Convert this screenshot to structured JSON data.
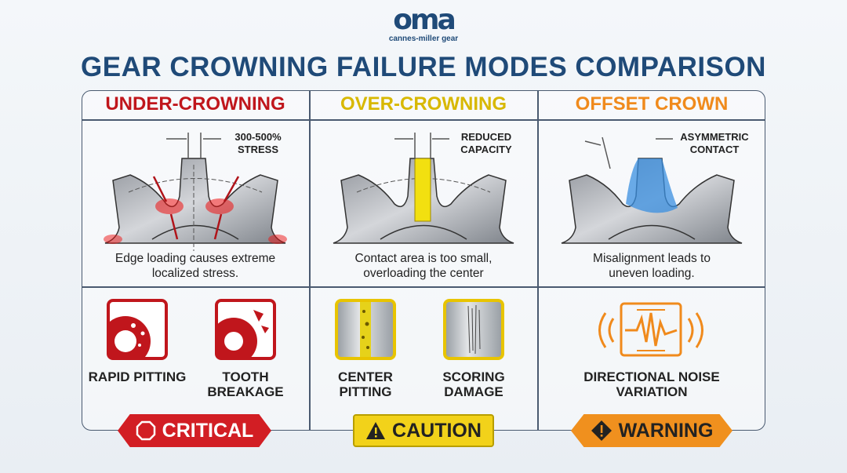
{
  "logo": {
    "mark": "oma",
    "tagline": "cannes-miller gear"
  },
  "title": "GEAR CROWNING FAILURE MODES COMPARISON",
  "columns": [
    {
      "heading": "UNDER-CROWNING",
      "color": "#c0161c",
      "note": "300-500%\nSTRESS",
      "description": "Edge loading causes extreme localized stress.",
      "icons": [
        {
          "name": "rapid-pitting-icon",
          "label": "RAPID PITTING"
        },
        {
          "name": "tooth-breakage-icon",
          "label": "TOOTH BREAKAGE"
        }
      ],
      "badge": {
        "label": "CRITICAL",
        "icon": "octagon-icon",
        "color": "#d21e24"
      }
    },
    {
      "heading": "OVER-CROWNING",
      "color": "#d8b800",
      "note": "REDUCED\nCAPACITY",
      "description": "Contact area is too small, overloading the center",
      "icons": [
        {
          "name": "center-pitting-icon",
          "label": "CENTER PITTING"
        },
        {
          "name": "scoring-damage-icon",
          "label": "SCORING DAMAGE"
        }
      ],
      "badge": {
        "label": "CAUTION",
        "icon": "warning-triangle-icon",
        "color": "#f2d21a"
      }
    },
    {
      "heading": "OFFSET CROWN",
      "color": "#f08a1c",
      "note": "ASYMMETRIC\nCONTACT",
      "description": "Misalignment leads to uneven loading.",
      "icons": [
        {
          "name": "directional-noise-icon",
          "label": "DIRECTIONAL NOISE VARIATION"
        }
      ],
      "badge": {
        "label": "WARNING",
        "icon": "exclamation-diamond-icon",
        "color": "#f0901e"
      }
    }
  ]
}
